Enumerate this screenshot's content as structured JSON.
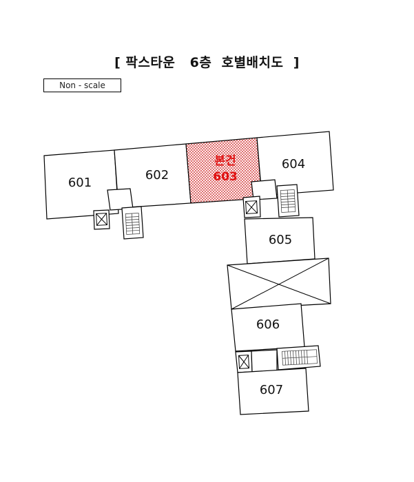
{
  "title": "[ 팍스타운   6층  호별배치도  ]",
  "scale_note": "Non - scale",
  "rooms": {
    "r601": "601",
    "r602": "602",
    "r603_tag": "본건",
    "r603": "603",
    "r604": "604",
    "r605": "605",
    "r606": "606",
    "r607": "607"
  },
  "colors": {
    "outline": "#000000",
    "highlight": "#e01010",
    "hatch": "#d02020"
  }
}
